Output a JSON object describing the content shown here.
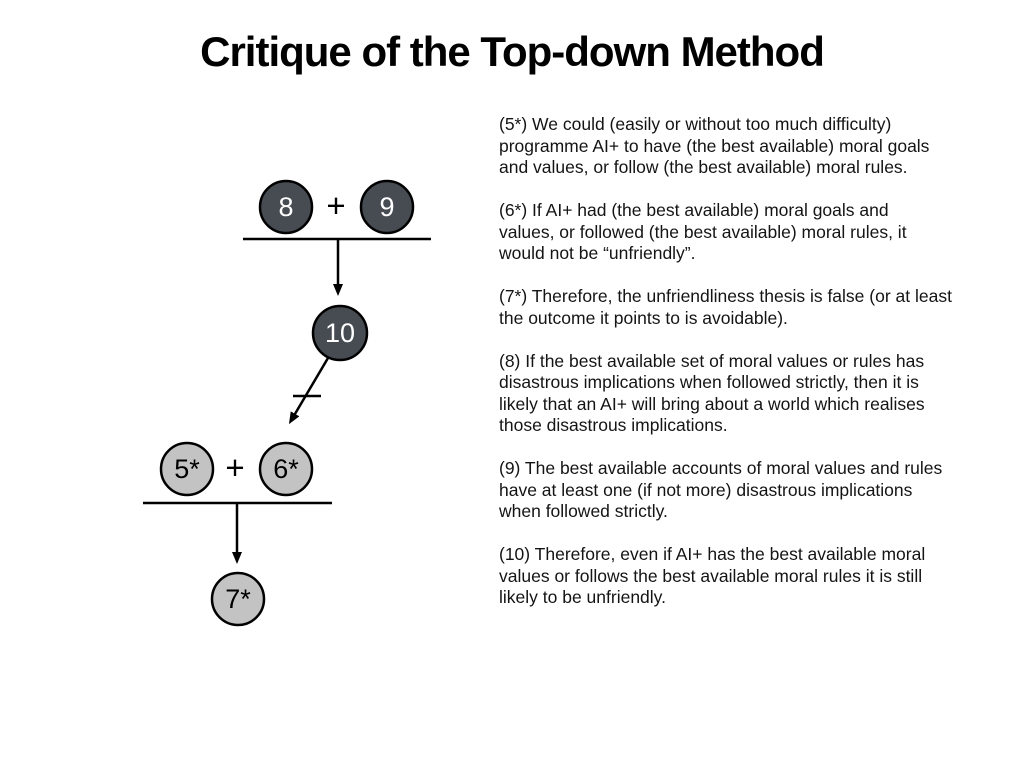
{
  "slide": {
    "title": "Critique of the Top-down Method",
    "background": "#ffffff"
  },
  "diagram": {
    "type": "argument-map",
    "colors": {
      "dark_node_fill": "#474b52",
      "dark_node_text": "#ffffff",
      "light_node_fill": "#c3c3c3",
      "light_node_text": "#000000",
      "stroke": "#000000"
    },
    "nodes": [
      {
        "id": "8",
        "label": "8",
        "style": "dark"
      },
      {
        "id": "9",
        "label": "9",
        "style": "dark"
      },
      {
        "id": "10",
        "label": "10",
        "style": "dark"
      },
      {
        "id": "5*",
        "label": "5*",
        "style": "light"
      },
      {
        "id": "6*",
        "label": "6*",
        "style": "light"
      },
      {
        "id": "7*",
        "label": "7*",
        "style": "light"
      }
    ],
    "operators": [
      {
        "id": "plus-top",
        "symbol": "+"
      },
      {
        "id": "plus-bottom",
        "symbol": "+"
      }
    ],
    "edges": [
      {
        "from": "8 + 9",
        "to": "10",
        "kind": "support-arrow"
      },
      {
        "from": "10",
        "to": "5* + 6*",
        "kind": "arrow-with-defeater-tick"
      },
      {
        "from": "5* + 6*",
        "to": "7*",
        "kind": "support-arrow"
      }
    ]
  },
  "premises": [
    {
      "id": "5*",
      "text": "(5*) We could (easily or without too much difficulty)\nprogramme AI+ to have (the best available) moral goals\nand values, or follow (the best available) moral rules."
    },
    {
      "id": "6*",
      "text": "(6*) If AI+ had (the best available) moral goals and\nvalues, or followed (the best available) moral rules, it\nwould not be “unfriendly”."
    },
    {
      "id": "7*",
      "text": "(7*) Therefore, the unfriendliness thesis is false (or at least\nthe outcome it points to is avoidable)."
    },
    {
      "id": "8",
      "text": "(8) If the best available set of moral values or rules has\ndisastrous implications when followed strictly, then it is\nlikely that an AI+ will bring about a world which realises\nthose disastrous implications."
    },
    {
      "id": "9",
      "text": "(9) The best available accounts of moral values and rules\nhave at least one (if not more) disastrous implications\nwhen followed strictly."
    },
    {
      "id": "10",
      "text": "(10) Therefore, even if AI+ has the best available moral\nvalues or follows the best available moral rules it is still\nlikely to be unfriendly."
    }
  ]
}
